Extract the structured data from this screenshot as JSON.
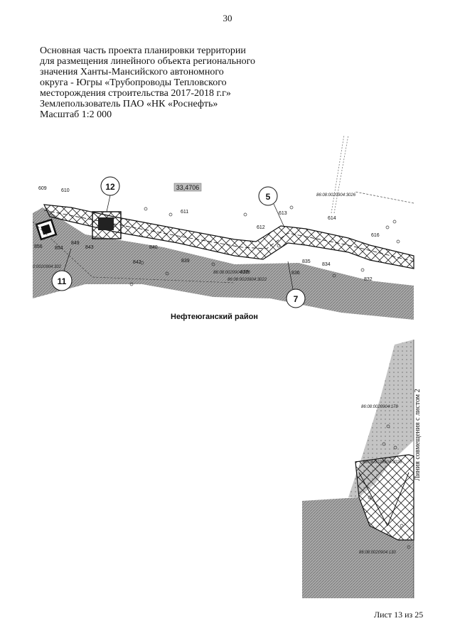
{
  "page_number": "30",
  "header": {
    "lines": [
      "Основная часть проекта планировки территории",
      "для размещения линейного объекта регионального",
      "значения Ханты-Мансийского автономного",
      "округа - Югры «Трубопроводы Тепловского",
      "месторождения строительства 2017-2018 г.г»",
      "Землепользователь ПАО «НК «Роснефть»",
      "Масштаб 1:2 000"
    ]
  },
  "map": {
    "district_label": "Нефтеюганский район",
    "area_label": "33,4706",
    "match_line_label": "Линия совмещения с листом 2",
    "circle_labels": {
      "c12": "12",
      "c5": "5",
      "c11": "11",
      "c7": "7"
    },
    "point_labels": {
      "p609": "609",
      "p610": "610",
      "p611": "611",
      "p612": "612",
      "p613": "613",
      "p614": "614",
      "p616": "616",
      "p856": "856",
      "p854": "854",
      "p849": "849",
      "p843": "843",
      "p842": "842",
      "p840": "840",
      "p839": "839",
      "p838": "838",
      "p836": "836",
      "p835": "835",
      "p834": "834",
      "p832": "832"
    },
    "cadastral_labels": {
      "k1": "86:08:0020904:3026",
      "k2": "86:08:0020904:178",
      "k3": "86:08:0020904:3022",
      "k4": "0:0020904:302",
      "k5": "86:08:0020904:178",
      "k6": "86:08:0020904:3026",
      "k7": "86:08:0020904:130"
    }
  },
  "footer": {
    "sheet": "Лист 13 из 25"
  }
}
